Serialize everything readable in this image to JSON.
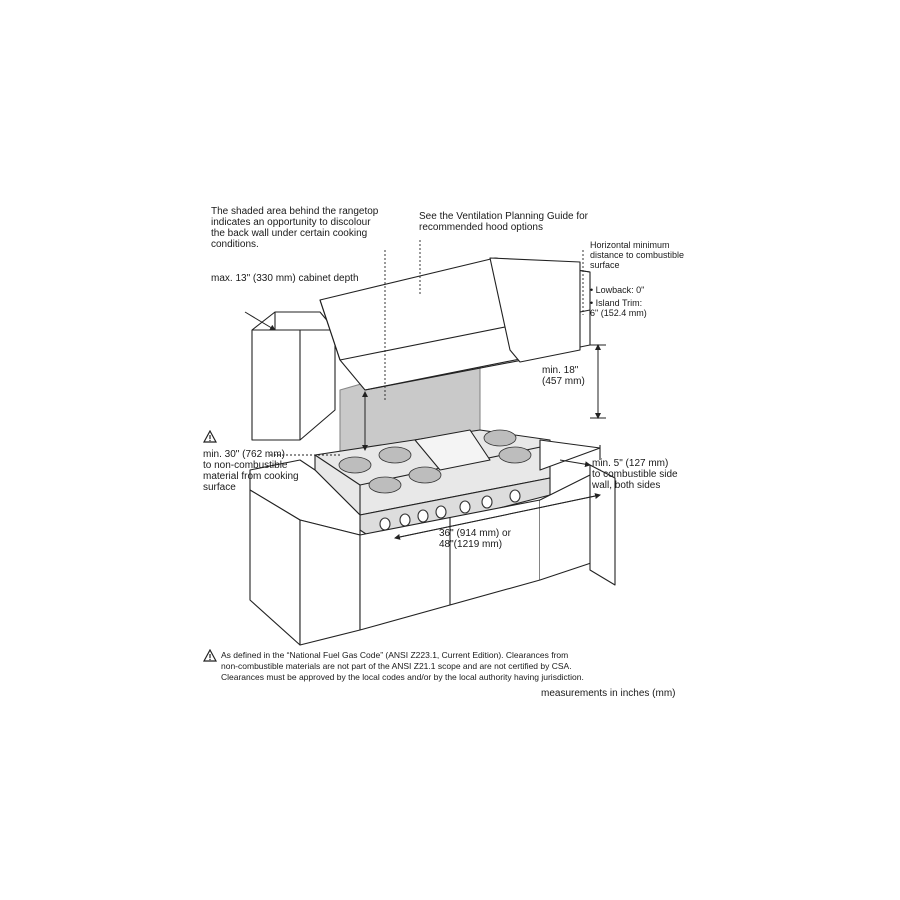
{
  "annotations": {
    "shaded_area": "The shaded area behind the rangetop\nindicates an opportunity to discolour\nthe back wall under certain cooking\nconditions.",
    "ventilation": "See the Ventilation Planning Guide for\nrecommended hood options",
    "horizontal_min": "Horizontal minimum\ndistance to combustible\nsurface",
    "lowback": "• Lowback: 0\"",
    "island_trim": "• Island Trim:\n6\" (152.4 mm)",
    "cabinet_depth": "max. 13\" (330 mm) cabinet depth",
    "min_18": "min. 18\"\n(457 mm)",
    "min_30": "min. 30\" (762 mm)\nto non-combustible\nmaterial from cooking\nsurface",
    "min_5": "min. 5\" (127 mm)\nto combustible side\nwall, both sides",
    "width": "36\" (914 mm) or\n48\"(1219 mm)"
  },
  "footnote": "As defined in the “National Fuel Gas Code” (ANSI Z223.1, Current Edition). Clearances from\nnon-combustible materials are not part of the ANSI Z21.1 scope and are not certified by CSA.\nClearances must be approved by the local codes and/or by the local authority having jurisdiction.",
  "units_note": "measurements in inches (mm)",
  "icons": {
    "warning": "warning-triangle-icon"
  }
}
